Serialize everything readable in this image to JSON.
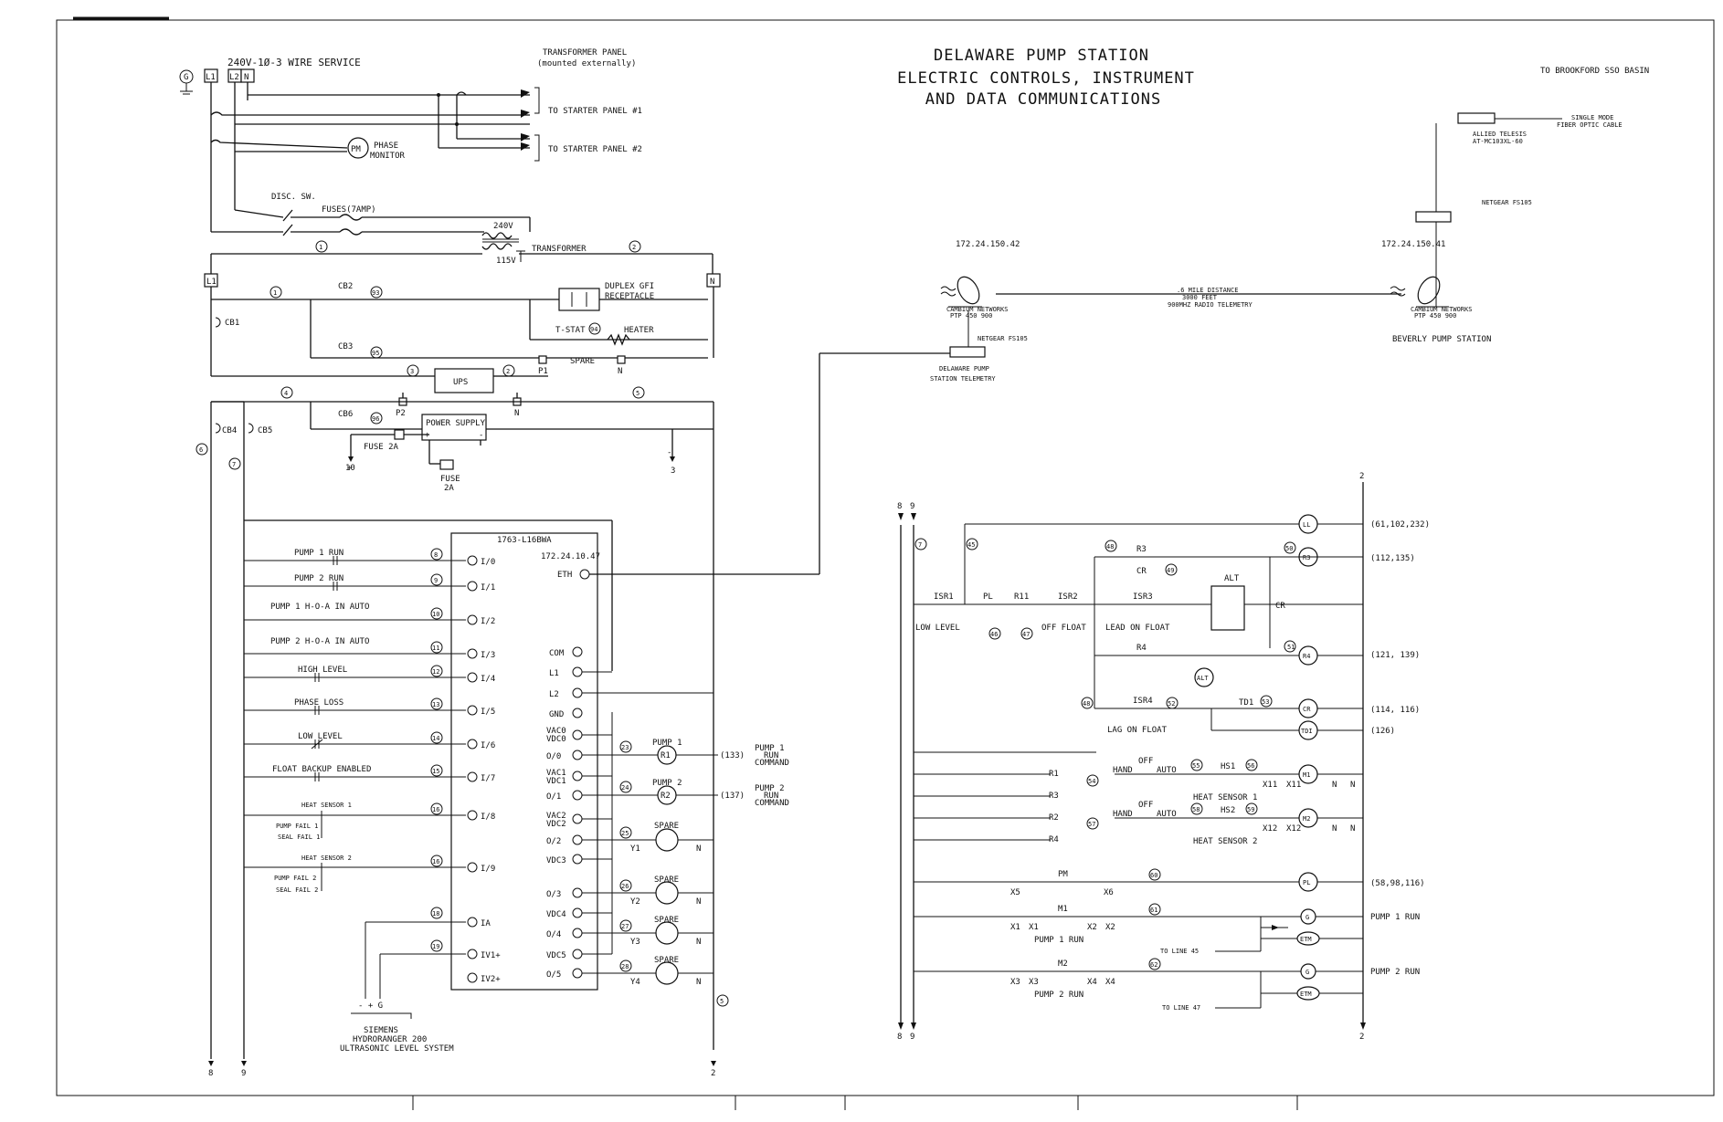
{
  "title": {
    "line1": "DELAWARE PUMP STATION",
    "line2": "ELECTRIC CONTROLS, INSTRUMENT",
    "line3": "AND DATA COMMUNICATIONS"
  },
  "power": {
    "service": "240V-1Ø-3 WIRE SERVICE",
    "g": "G",
    "l1": "L1",
    "l2": "L2",
    "n": "N",
    "xfmr_panel": "TRANSFORMER PANEL",
    "xfmr_panel_sub": "(mounted externally)",
    "to_sp1": "TO STARTER PANEL #1",
    "to_sp2": "TO STARTER PANEL #2",
    "pm": "PM",
    "phase_monitor1": "PHASE",
    "phase_monitor2": "MONITOR",
    "disc": "DISC. SW.",
    "fuses": "FUSES(7AMP)",
    "v240": "240V",
    "transformer": "TRANSFORMER",
    "v115": "115V",
    "w1": "1",
    "w2": "2",
    "cb1": "CB1",
    "cb2": "CB2",
    "cb3": "CB3",
    "w93": "93",
    "w95": "95",
    "duplex1": "DUPLEX GFI",
    "duplex2": "RECEPTACLE",
    "tstat": "T-STAT",
    "w94": "94",
    "heater": "HEATER",
    "spare": "SPARE",
    "p1": "P1",
    "ups": "UPS",
    "w3": "3",
    "w4": "4",
    "w5": "5",
    "p2": "P2",
    "cb6": "CB6",
    "w96": "96",
    "psu": "POWER SUPPLY",
    "plus": "+",
    "minus": "-",
    "fuse2a": "FUSE 2A",
    "fuse": "FUSE",
    "f2a": "2A",
    "n10": "10",
    "n3": "3",
    "cb4": "CB4",
    "cb5": "CB5",
    "w6": "6",
    "w7": "7",
    "b8": "8",
    "b9": "9",
    "b2": "2"
  },
  "plc": {
    "model": "1763-L16BWA",
    "ip": "172.24.10.47",
    "eth": "ETH",
    "inputs": [
      {
        "label": "PUMP 1 RUN",
        "wire": "8",
        "io": "I/0"
      },
      {
        "label": "PUMP 2 RUN",
        "wire": "9",
        "io": "I/1"
      },
      {
        "label": "PUMP 1 H-O-A IN AUTO",
        "wire": "10",
        "io": "I/2"
      },
      {
        "label": "PUMP 2 H-O-A IN AUTO",
        "wire": "11",
        "io": "I/3"
      },
      {
        "label": "HIGH LEVEL",
        "wire": "12",
        "io": "I/4"
      },
      {
        "label": "PHASE LOSS",
        "wire": "13",
        "io": "I/5"
      },
      {
        "label": "LOW LEVEL",
        "wire": "14",
        "io": "I/6"
      },
      {
        "label": "FLOAT BACKUP ENABLED",
        "wire": "15",
        "io": "I/7"
      },
      {
        "label": "HEAT SENSOR 1",
        "wire": "16",
        "io": "I/8"
      },
      {
        "label": "HEAT SENSOR 2",
        "wire": "16",
        "io": "I/9"
      },
      {
        "label": "",
        "wire": "18",
        "io": "IA"
      },
      {
        "label": "",
        "wire": "19",
        "io": "IV1+"
      },
      {
        "label": "",
        "wire": "",
        "io": "IV2+"
      }
    ],
    "pf1": "PUMP FAIL 1",
    "sf1": "SEAL FAIL 1",
    "pf2": "PUMP FAIL 2",
    "sf2": "SEAL FAIL 2",
    "right": [
      "COM",
      "L1",
      "L2",
      "GND",
      "VAC0",
      "VDC0",
      "O/0",
      "VAC1",
      "VDC1",
      "O/1",
      "VAC2",
      "VDC2",
      "O/2",
      "VDC3",
      "O/3",
      "VDC4",
      "O/4",
      "VDC5",
      "O/5"
    ],
    "outputs": [
      {
        "wire": "23",
        "name": "PUMP 1",
        "coil": "R1",
        "ref": "(133)",
        "cmd1": "PUMP 1",
        "cmd2": "RUN",
        "cmd3": "COMMAND"
      },
      {
        "wire": "24",
        "name": "PUMP 2",
        "coil": "R2",
        "ref": "(137)",
        "cmd1": "PUMP 2",
        "cmd2": "RUN",
        "cmd3": "COMMAND"
      },
      {
        "wire": "25",
        "name": "SPARE",
        "y": "Y1"
      },
      {
        "wire": "26",
        "name": "SPARE",
        "y": "Y2"
      },
      {
        "wire": "27",
        "name": "SPARE",
        "y": "Y3"
      },
      {
        "wire": "28",
        "name": "SPARE",
        "y": "Y4"
      }
    ],
    "siemens1": "SIEMENS",
    "siemens2": "HYDRORANGER 200",
    "siemens3": "ULTRASONIC LEVEL SYSTEM",
    "pins": "-  +  G"
  },
  "telemetry": {
    "ip_a": "172.24.150.42",
    "ip_b": "172.24.150.41",
    "cambium": "CAMBIUM NETWORKS",
    "ptp": "PTP 450 900",
    "netgear": "NETGEAR FS105",
    "dps1": "DELAWARE PUMP",
    "dps2": "STATION TELEMETRY",
    "dist1": ".6 MILE DISTANCE",
    "dist2": "3000 FEET",
    "dist3": "900MHZ RADIO TELEMETRY",
    "beverly": "BEVERLY PUMP STATION",
    "brookford": "TO BROOKFORD SSO BASIN",
    "allied1": "ALLIED TELESIS",
    "allied2": "AT-MC103XL-60",
    "fiber1": "SINGLE MODE",
    "fiber2": "FIBER OPTIC CABLE"
  },
  "ladder": {
    "w45": "45",
    "isr1": "ISR1",
    "pl": "PL",
    "r11": "R11",
    "isr2": "ISR2",
    "low_level": "LOW LEVEL",
    "off_float": "OFF FLOAT",
    "w46": "46",
    "w47": "47",
    "w48": "48",
    "w49": "49",
    "r3": "R3",
    "cr": "CR",
    "isr3": "ISR3",
    "lead_on": "LEAD ON FLOAT",
    "alt": "ALT",
    "r4": "R4",
    "isr4": "ISR4",
    "w52": "52",
    "td1": "TD1",
    "w53": "53",
    "lag_on": "LAG ON FLOAT",
    "w50": "50",
    "w51": "51",
    "ll": "LL",
    "tdi": "TDI",
    "ref1": "(61,102,232)",
    "ref2": "(112,135)",
    "ref3": "(121, 139)",
    "ref4": "(114, 116)",
    "ref5": "(126)",
    "ref6": "(58,98,116)",
    "r1": "R1",
    "r2": "R2",
    "w54": "54",
    "w55": "55",
    "w56": "56",
    "w57": "57",
    "w58": "58",
    "w59": "59",
    "hand": "HAND",
    "off": "OFF",
    "auto": "AUTO",
    "hs1": "HS1",
    "hs2": "HS2",
    "x11": "X11",
    "x12": "X12",
    "hsens1": "HEAT SENSOR 1",
    "hsens2": "HEAT SENSOR 2",
    "m1": "M1",
    "m2": "M2",
    "x5": "X5",
    "pm": "PM",
    "x6": "X6",
    "w60": "60",
    "x1": "X1",
    "x2": "X2",
    "w61": "61",
    "x3": "X3",
    "x4": "X4",
    "w62": "62",
    "p1run": "PUMP 1 RUN",
    "p2run": "PUMP 2 RUN",
    "g": "G",
    "etm": "ETM",
    "to45": "TO LINE 45",
    "to47": "TO LINE 47",
    "n": "N"
  }
}
